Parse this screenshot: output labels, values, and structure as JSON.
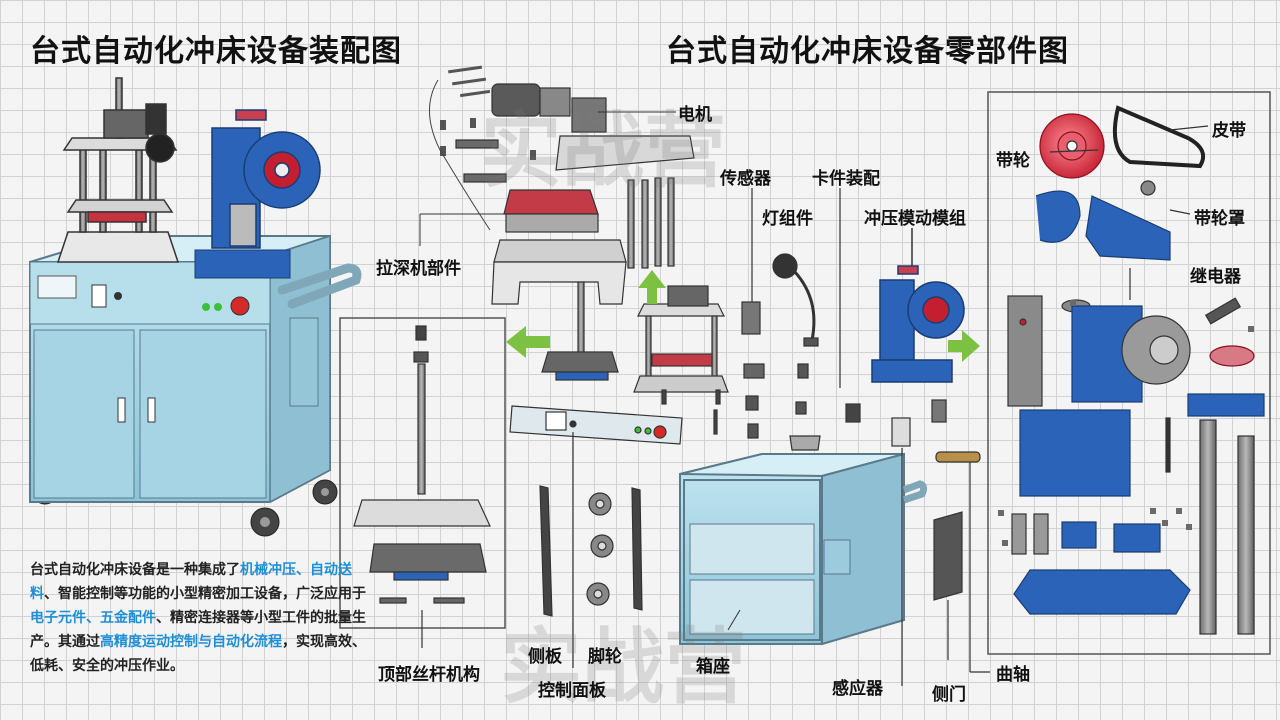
{
  "titles": {
    "assembly": "台式自动化冲床设备装配图",
    "parts": "台式自动化冲床设备零部件图"
  },
  "labels": {
    "motor": "电机",
    "deep_drawing": "拉深机部件",
    "sensor": "传感器",
    "card_assembly": "卡件装配",
    "light_group": "灯组件",
    "die_module": "冲压模动模组",
    "top_screw": "顶部丝杆机构",
    "side_panel": "侧板",
    "caster": "脚轮",
    "control_panel": "控制面板",
    "base_box": "箱座",
    "inductor": "感应器",
    "side_door": "侧门",
    "crankshaft": "曲轴",
    "pulley": "带轮",
    "belt": "皮带",
    "pulley_cover": "带轮罩",
    "relay": "继电器"
  },
  "description": {
    "p1": "台式自动化冲床设备是一种集成了",
    "h1": "机械冲压、自动送料",
    "p2": "、智能控制等功能的小型精密加工设备，广泛应用于",
    "h2": "电子元件、五金配件",
    "p3": "、精密连接器等小型工件的批量生产。其通过",
    "h3": "高精度运动控制与自动化流程",
    "p4": "，实现高效、低耗、安全的冲压作业。"
  },
  "watermarks": {
    "top": "实战营",
    "bottom": "实战营"
  },
  "colors": {
    "cabinet": "#a8d8e8",
    "cabinet_edge": "#5a7a8a",
    "part_blue": "#2b63b8",
    "pulley_red": "#e8394a",
    "arrow_green": "#7cc142",
    "frame_line": "#555555"
  }
}
